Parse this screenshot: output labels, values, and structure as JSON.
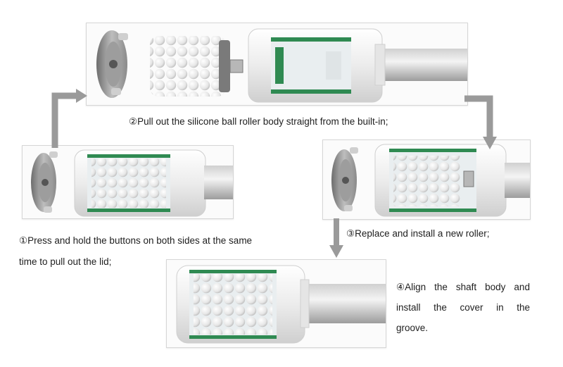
{
  "steps": [
    {
      "number": "①",
      "lines": [
        "Press and hold the buttons on both sides at the same",
        "time to pull out the lid;"
      ]
    },
    {
      "number": "②",
      "text": "Pull out the silicone ball roller body straight from the built-in;"
    },
    {
      "number": "③",
      "text": "Replace and install a new roller;"
    },
    {
      "number": "④",
      "lines": [
        [
          "Align",
          "the",
          "shaft",
          "body",
          "and"
        ],
        [
          "install",
          "the",
          "cover",
          "in",
          "the"
        ],
        [
          "groove."
        ]
      ]
    }
  ],
  "colors": {
    "arrow": "#9a9a9a",
    "silicone_ball": "#ececec",
    "circuit_board": "#2f8a52",
    "housing": "#f2f2f2"
  }
}
